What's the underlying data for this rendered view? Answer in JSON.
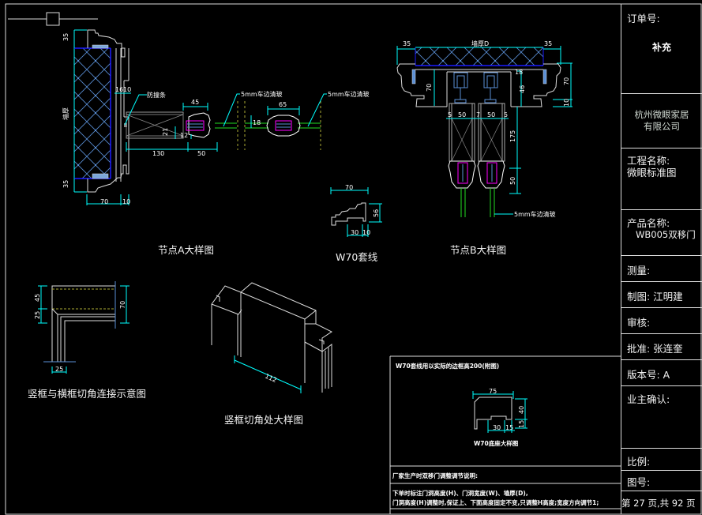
{
  "title_block": {
    "order_no_label": "订单号:",
    "order_no_value": "补充",
    "company": [
      "杭州微眼家居",
      "有限公司"
    ],
    "project_label": "工程名称:",
    "project_value": "微眼标准图",
    "product_label": "产品名称:",
    "product_value": "WB005双移门",
    "survey_label": "测量:",
    "drawer_label": "制图: 江明建",
    "review_label": "审核:",
    "approve_label": "批准: 张连奎",
    "version_label": "版本号: A",
    "owner_confirm_label": "业主确认:",
    "scale_label": "比例:",
    "drawing_no_label": "图号:",
    "page_info": "第 27 页,共 92 页"
  },
  "captions": {
    "node_a": "节点A大样图",
    "w70": "W70套线",
    "node_b": "节点B大样图",
    "corner_joint": "竖框与横框切角连接示意图",
    "corner_detail": "竖框切角处大样图"
  },
  "node_a": {
    "dims": [
      "35",
      "35",
      "16",
      "10",
      "45",
      "65",
      "130",
      "50",
      "70",
      "10",
      "18",
      "21",
      "12"
    ],
    "labels": [
      "墙厚",
      "防撞条",
      "5mm车边清玻",
      "5mm车边清玻"
    ]
  },
  "node_b": {
    "dims": [
      "35",
      "35",
      "70",
      "18",
      "70",
      "46",
      "10",
      "5",
      "50",
      "7",
      "50",
      "5",
      "175",
      "50"
    ],
    "labels": [
      "墙厚D",
      "5mm车边清玻"
    ]
  },
  "w70_profile": {
    "dims": [
      "70",
      "56",
      "30",
      "10"
    ]
  },
  "corner_joint": {
    "dims": [
      "45",
      "25",
      "70",
      "25"
    ]
  },
  "corner_detail": {
    "dims": [
      "112"
    ]
  },
  "note_panel": {
    "title": "W70套线用以实际的边框高200(附图)",
    "profile_caption": "W70底座大样图",
    "profile_dims": [
      "75",
      "40",
      "15",
      "30",
      "15"
    ],
    "factory_note_title": "厂家生产时双移门调整调节说明:",
    "lines": [
      "下单时标注门洞高度(H)、门洞宽度(W)、墙厚(D),",
      "门洞高度(H)调整时,保证上、下面高度固定不变,只调整H高度;宽度方向调节1;"
    ]
  },
  "colors": {
    "background": "#000000",
    "line": "#e0e0e0",
    "dimension": "#00ffff",
    "glass": "#22dd22",
    "hatch": "#5a8fd6",
    "wall_edge": "#1a1aff",
    "magenta": "#ff00ff",
    "dashed": "#aaaa33"
  }
}
